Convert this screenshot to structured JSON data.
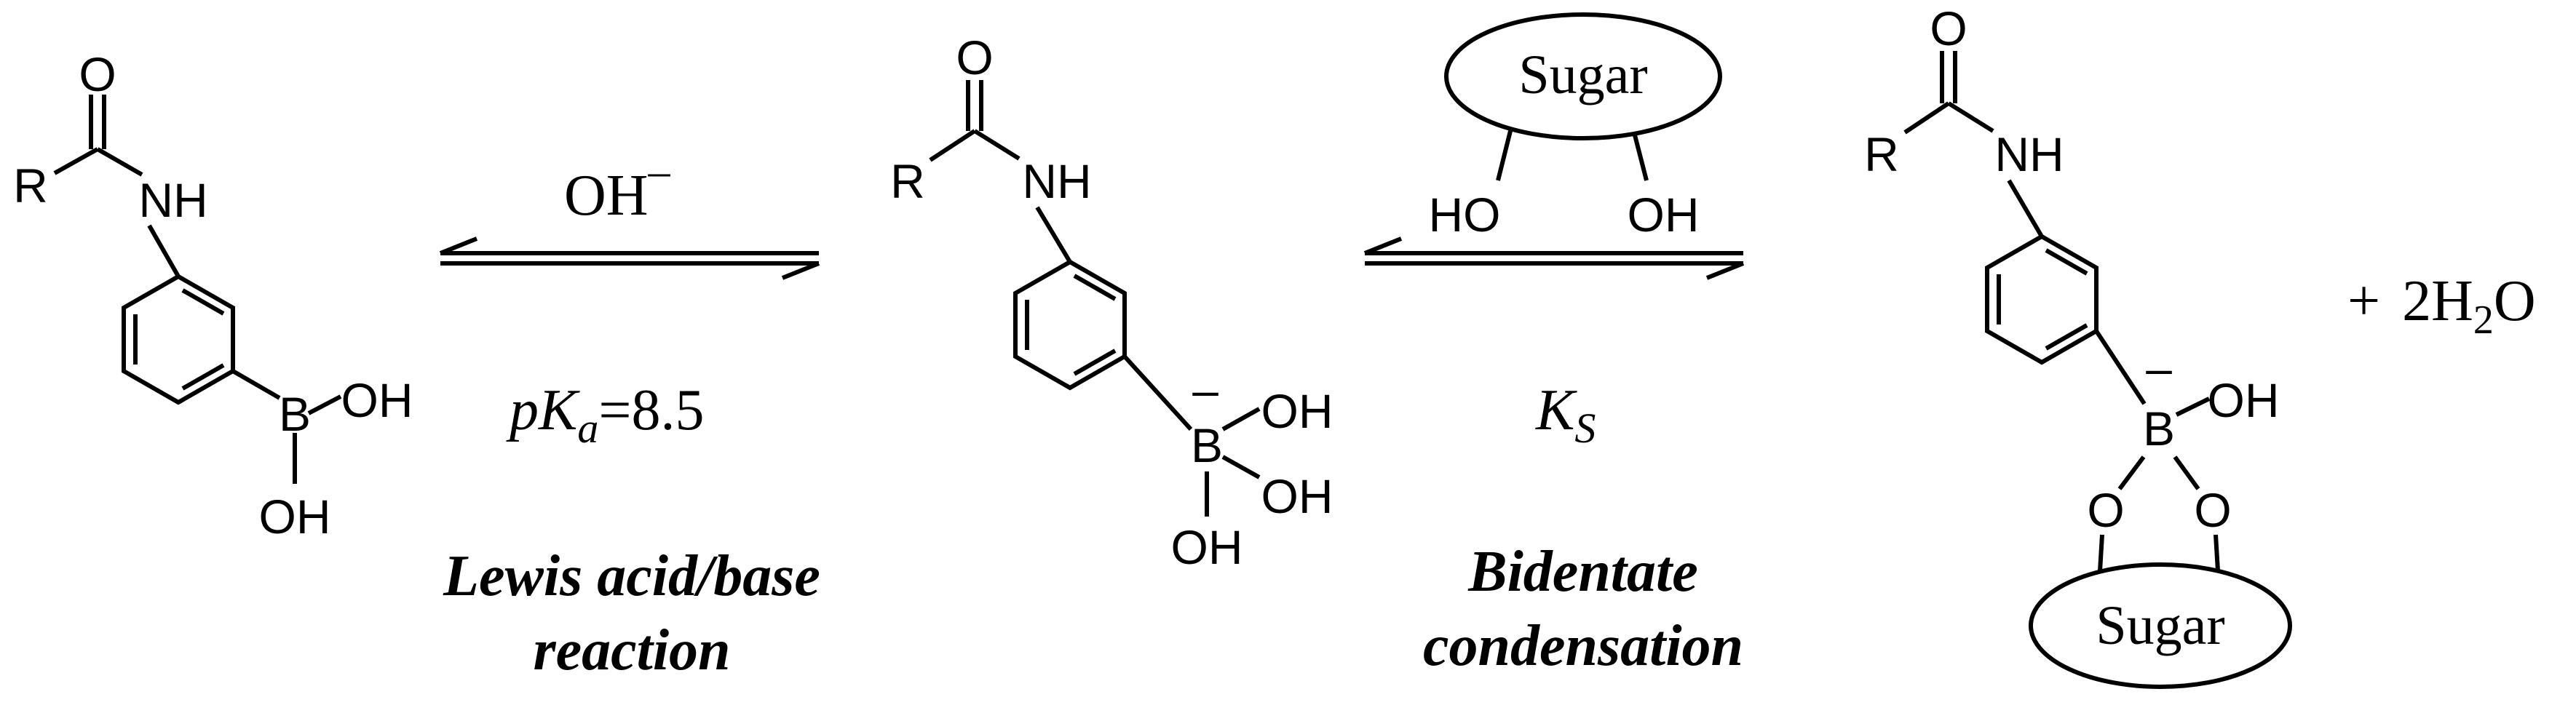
{
  "molecules": {
    "m1": {
      "carbonyl_o": "O",
      "r": "R",
      "nh": "NH",
      "boron": "B",
      "oh_upper": "OH",
      "oh_lower": "OH"
    },
    "m2": {
      "carbonyl_o": "O",
      "r": "R",
      "nh": "NH",
      "boron": "B",
      "charge": "–",
      "oh_upper": "OH",
      "oh_middle": "OH",
      "oh_lower": "OH"
    },
    "m3": {
      "carbonyl_o": "O",
      "r": "R",
      "nh": "NH",
      "boron": "B",
      "charge": "–",
      "oh": "OH",
      "ring_o_left": "O",
      "ring_o_right": "O",
      "sugar_label": "Sugar"
    }
  },
  "step1": {
    "reagent_base": "OH",
    "reagent_charge": "–",
    "pka_p": "p",
    "pka_k": "K",
    "pka_sub": "a",
    "pka_value": "=8.5",
    "caption_line1": "Lewis acid/base",
    "caption_line2": "reaction"
  },
  "step2": {
    "reagent_sugar_label": "Sugar",
    "reagent_ho_left": "HO",
    "reagent_oh_right": "OH",
    "ks_k": "K",
    "ks_sub": "S",
    "caption_line1": "Bidentate",
    "caption_line2": "condensation"
  },
  "byproduct": {
    "plus": "+",
    "coef": "2H",
    "sub": "2",
    "tail": "O"
  }
}
